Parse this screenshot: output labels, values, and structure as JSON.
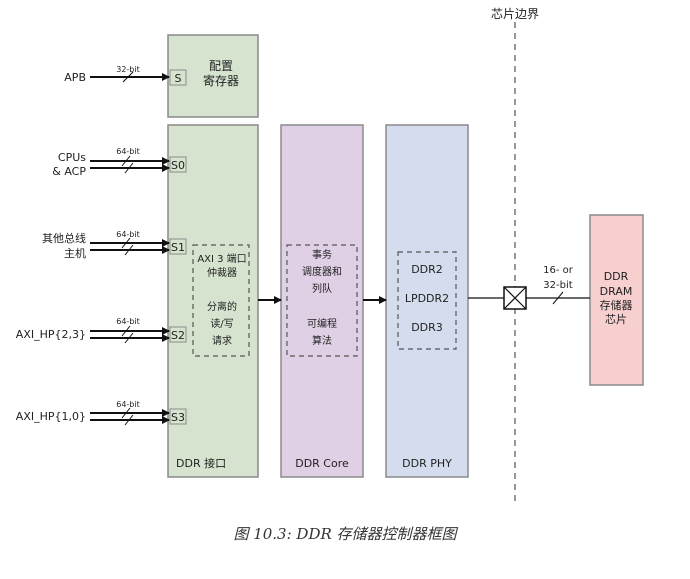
{
  "boundary_label": "芯片边界",
  "inputs": {
    "apb": {
      "label": "APB",
      "width": "32-bit",
      "port": "S"
    },
    "cpus": {
      "label_line1": "CPUs",
      "label_line2": "&  ACP",
      "width": "64-bit",
      "port": "S0"
    },
    "other": {
      "label_line1": "其他总线",
      "label_line2": "主机",
      "width": "64-bit",
      "port": "S1"
    },
    "hp23": {
      "label": "AXI_HP{2,3}",
      "width": "64-bit",
      "port": "S2"
    },
    "hp10": {
      "label": "AXI_HP{1,0}",
      "width": "64-bit",
      "port": "S3"
    }
  },
  "config_block": {
    "line1": "配置",
    "line2": "寄存器",
    "color": "#d6e4cf"
  },
  "ddr_interface": {
    "label": "DDR  接口",
    "color": "#d6e4cf",
    "arbiter_lines": [
      "AXI  3  端口",
      "仲裁器",
      "",
      "分离的",
      "读/写",
      "请求"
    ]
  },
  "ddr_core": {
    "label": "DDR  Core",
    "color": "#e0d0e6",
    "lines": [
      "事务",
      "调度器和",
      "列队",
      "",
      "可编程",
      "算法"
    ]
  },
  "ddr_phy": {
    "label": "DDR  PHY",
    "color": "#d3ddee",
    "lines": [
      "DDR2",
      "LPDDR2",
      "DDR3"
    ]
  },
  "dram_width": {
    "line1": "16-  or",
    "line2": "32-bit"
  },
  "dram": {
    "lines": [
      "DDR",
      "DRAM",
      "存储器",
      "芯片"
    ],
    "color": "#f7cfcf"
  },
  "caption": "图  10.3:   DDR 存储器控制器框图"
}
